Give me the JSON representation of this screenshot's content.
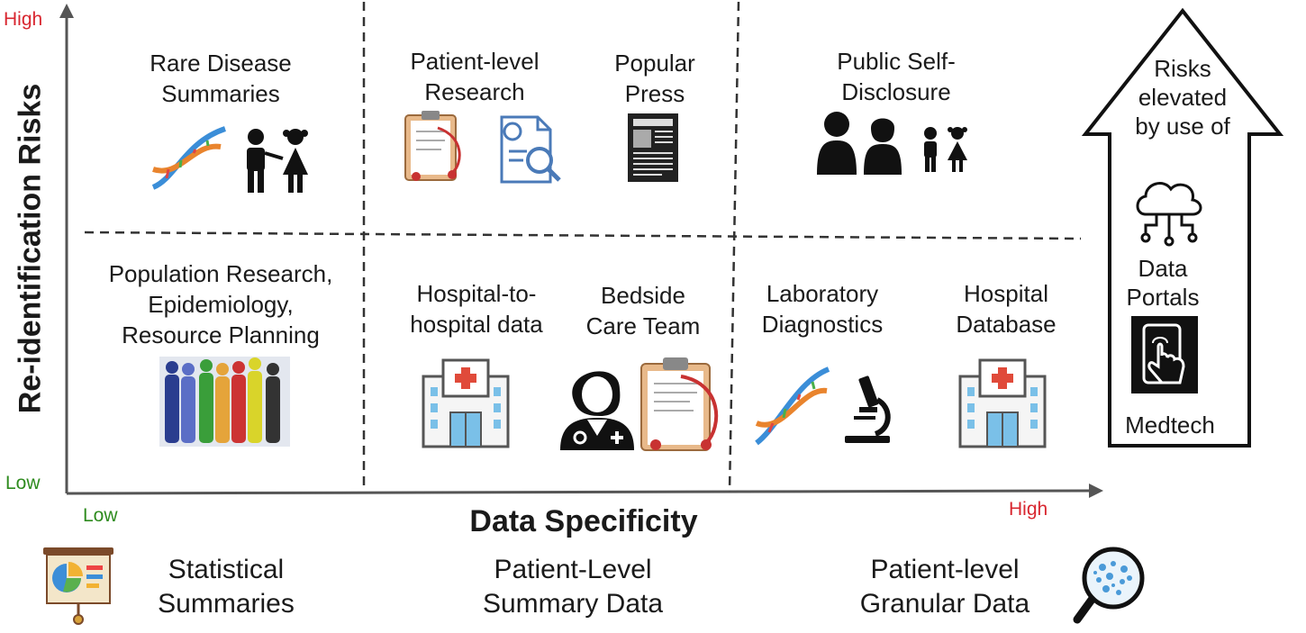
{
  "colors": {
    "high": "#d8262f",
    "low": "#2e8b1e",
    "axis": "#555555",
    "divider": "#333333"
  },
  "axes": {
    "y_title": "Re-identification Risks",
    "x_title": "Data Specificity",
    "y_high": "High",
    "y_low": "Low",
    "x_low": "Low",
    "x_high": "High"
  },
  "cells": {
    "rare_disease": {
      "line1": "Rare Disease",
      "line2": "Summaries"
    },
    "patient_level_research": {
      "line1": "Patient-level",
      "line2": "Research"
    },
    "popular_press": {
      "line1": "Popular",
      "line2": "Press"
    },
    "public_self_disclosure": {
      "line1": "Public Self-",
      "line2": "Disclosure"
    },
    "population_research": {
      "line1": "Population Research,",
      "line2": "Epidemiology,",
      "line3": "Resource Planning"
    },
    "hospital_to_hospital": {
      "line1": "Hospital-to-",
      "line2": "hospital data"
    },
    "bedside_care": {
      "line1": "Bedside",
      "line2": "Care Team"
    },
    "laboratory_diagnostics": {
      "line1": "Laboratory",
      "line2": "Diagnostics"
    },
    "hospital_database": {
      "line1": "Hospital",
      "line2": "Database"
    }
  },
  "risk_arrow": {
    "line1": "Risks",
    "line2": "elevated",
    "line3": "by use of",
    "portals_line1": "Data",
    "portals_line2": "Portals",
    "medtech": "Medtech"
  },
  "bottom": {
    "statistical": {
      "line1": "Statistical",
      "line2": "Summaries"
    },
    "patient_summary": {
      "line1": "Patient-Level",
      "line2": "Summary Data"
    },
    "patient_granular": {
      "line1": "Patient-level",
      "line2": "Granular Data"
    }
  },
  "icons": [
    "dna-icon",
    "children-icon",
    "clipboard-icon",
    "document-search-icon",
    "newspaper-icon",
    "people-icon",
    "crowd-icon",
    "hospital-icon",
    "doctor-icon",
    "microscope-icon",
    "cloud-network-icon",
    "touch-device-icon",
    "presentation-chart-icon",
    "magnifier-icon"
  ]
}
